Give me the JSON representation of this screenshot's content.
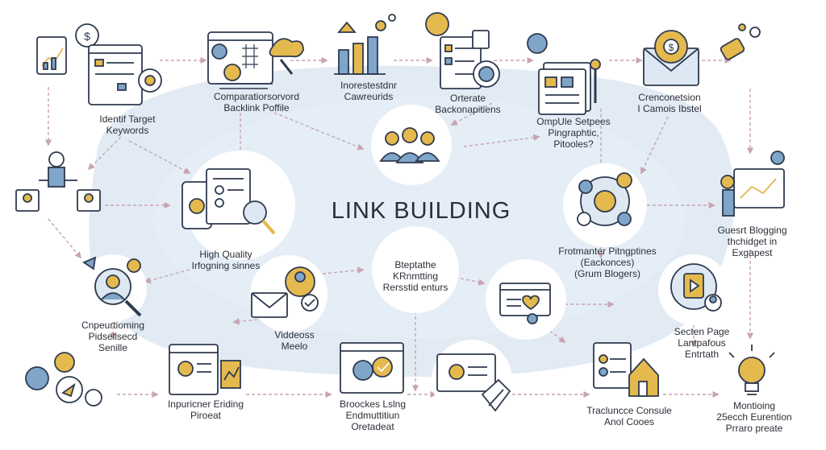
{
  "title": "LINK BUILDING",
  "colors": {
    "accent": "#e4b94e",
    "outline": "#2e3a4f",
    "blue": "#7fa5c9",
    "blob": "#dde8f2",
    "arrow": "#c9a3b2"
  },
  "nodes": [
    {
      "id": "identify-target-keywords",
      "icon": "chart-board-icon",
      "lines": [
        "Identif Target",
        "Keywords"
      ]
    },
    {
      "id": "compare-backlink-profile",
      "icon": "analysis-icon",
      "lines": [
        "Comparatiorsorvord",
        "Backlink Poffile"
      ]
    },
    {
      "id": "interested-keywords",
      "icon": "bar-chart-icon",
      "lines": [
        "Inorestestdnr",
        "Cawreurids"
      ]
    },
    {
      "id": "orterate-backonaptions",
      "icon": "checklist-icon",
      "lines": [
        "Orterate",
        "Backonapitiens"
      ]
    },
    {
      "id": "compile-setpees",
      "icon": "document-icon",
      "lines": [
        "OmpUle Setpees",
        "Pingraphtic,",
        "Pitooles?"
      ]
    },
    {
      "id": "crenconetsion",
      "icon": "email-gear-icon",
      "lines": [
        "Crenconetsion",
        "I Camois Ibstel"
      ]
    },
    {
      "id": "team",
      "icon": "team-icon",
      "lines": []
    },
    {
      "id": "hierarchy",
      "icon": "org-chart-icon",
      "lines": []
    },
    {
      "id": "high-quality",
      "icon": "magnifier-doc-icon",
      "lines": [
        "High Quality",
        "Irfogning sinnes"
      ]
    },
    {
      "id": "frotmanter",
      "icon": "network-icon",
      "lines": [
        "Frotmanter Pitngptines",
        "(Eackonces)",
        "(Grum Blogers)"
      ]
    },
    {
      "id": "guest-blogging",
      "icon": "presentation-icon",
      "lines": [
        "Guesrt Blogging",
        "thchidget in",
        "Exgapest"
      ]
    },
    {
      "id": "competitor-profiles",
      "icon": "person-target-icon",
      "lines": [
        "Cnpeurtioming",
        "Pidsellsecd",
        "Senille"
      ]
    },
    {
      "id": "videos-media",
      "icon": "envelope-badge-icon",
      "lines": [
        "Viddeoss",
        "Meelo"
      ]
    },
    {
      "id": "bleptathe",
      "icon": "",
      "lines": [
        "Bteptathe",
        "KRnmtting",
        "Rersstid enturs"
      ]
    },
    {
      "id": "heart-laptop",
      "icon": "heart-screen-icon",
      "lines": []
    },
    {
      "id": "section-page",
      "icon": "media-player-icon",
      "lines": [
        "Secten Page",
        "Lantpafous",
        "Entrtath"
      ]
    },
    {
      "id": "people-network",
      "icon": "people-network-icon",
      "lines": []
    },
    {
      "id": "influencer-building",
      "icon": "profile-doc-icon",
      "lines": [
        "Inpuricner Eriding",
        "Piroeat"
      ]
    },
    {
      "id": "broken-link",
      "icon": "target-screen-icon",
      "lines": [
        "Broockes Lslng",
        "Endmuttitiun",
        "Oretadeat"
      ]
    },
    {
      "id": "laptop-hand",
      "icon": "laptop-hand-icon",
      "lines": []
    },
    {
      "id": "traffic-console",
      "icon": "house-doc-icon",
      "lines": [
        "Tracluncce Consule",
        "Anol Cooes"
      ]
    },
    {
      "id": "monitoring",
      "icon": "lightbulb-icon",
      "lines": [
        "Montioing",
        "25ecch Eurention",
        "Prraro preate"
      ]
    }
  ]
}
